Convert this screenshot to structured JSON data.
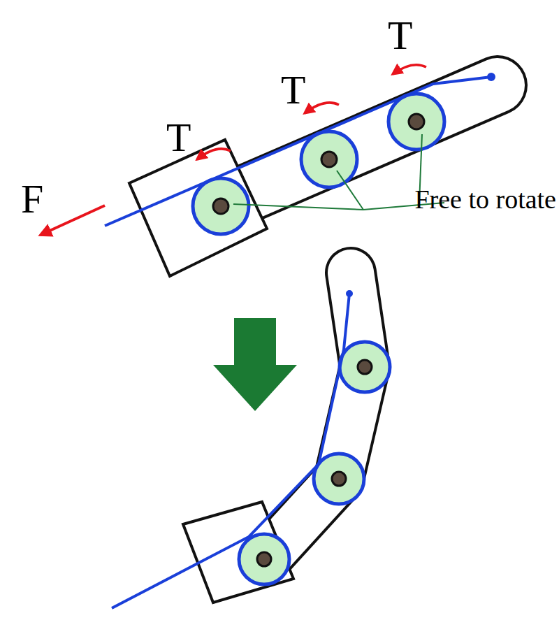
{
  "diagram": {
    "labels": [
      "T",
      "T",
      "T",
      "F",
      "Free to rotate"
    ]
  }
}
